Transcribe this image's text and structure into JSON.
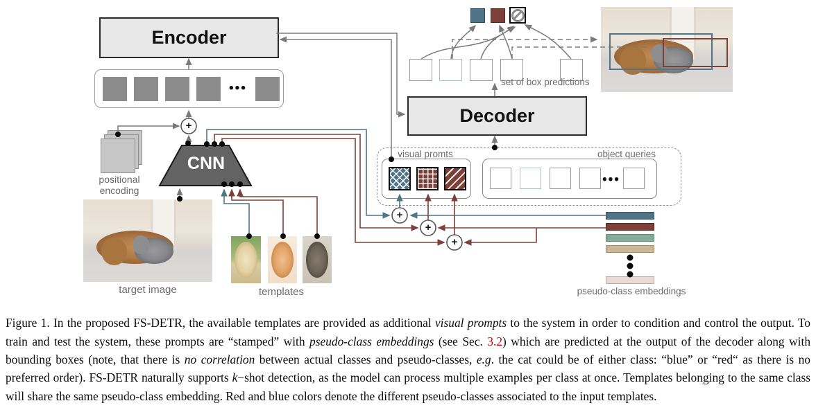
{
  "diagram": {
    "encoder_label": "Encoder",
    "decoder_label": "Decoder",
    "cnn_label": "CNN",
    "plus": "+",
    "ellipsis": "•••",
    "labels": {
      "positional_line1": "positional",
      "positional_line2": "encoding",
      "target_image": "target image",
      "templates": "templates",
      "visual_prompts": "visual promts",
      "object_queries": "object queries",
      "box_predictions": "set of box predictions",
      "pseudo_class": "pseudo-class embeddings"
    },
    "icons": {
      "no_object": "no-entry-circle-slash"
    },
    "pseudo_bars": [
      "blue",
      "red",
      "teal",
      "tan",
      "pink"
    ],
    "colors": {
      "pseudo_blue": "#4f7488",
      "pseudo_red": "#7d4038",
      "teal": "#85ac9b",
      "tan": "#c8b897",
      "pink": "#e9dad6",
      "green_query_border": "#a8c3b4",
      "line_gray": "#7a7a7a",
      "box_fill": "#e8e8e8",
      "token_gray": "#8c8c8c",
      "cnn_gray": "#636363",
      "caption_ref_red": "#cc0000"
    }
  },
  "caption": {
    "segments": [
      {
        "text": "Figure 1. In the proposed FS-DETR, the available templates are provided as additional ",
        "style": "normal"
      },
      {
        "text": "visual prompts",
        "style": "italic"
      },
      {
        "text": " to the system in order to condition and control the output. To train and test the system, these prompts are “stamped” with ",
        "style": "normal"
      },
      {
        "text": "pseudo-class embeddings",
        "style": "italic"
      },
      {
        "text": " (see Sec. ",
        "style": "normal"
      },
      {
        "text": "3.2",
        "style": "red"
      },
      {
        "text": ") which are predicted at the output of the decoder along with bounding boxes (note, that there is ",
        "style": "normal"
      },
      {
        "text": "no correlation",
        "style": "italic"
      },
      {
        "text": " between actual classes and pseudo-classes, ",
        "style": "normal"
      },
      {
        "text": "e.g",
        "style": "italic"
      },
      {
        "text": ". the cat could be of either class: “blue” or “red“ as there is no preferred order). FS-DETR  naturally supports ",
        "style": "normal"
      },
      {
        "text": "k",
        "style": "italic"
      },
      {
        "text": "−shot detection, as the model can process multiple examples per class at once. Templates belonging to the same class will share the same pseudo-class embedding. Red and blue colors denote the different pseudo-classes associated to the input templates.",
        "style": "normal"
      }
    ]
  }
}
